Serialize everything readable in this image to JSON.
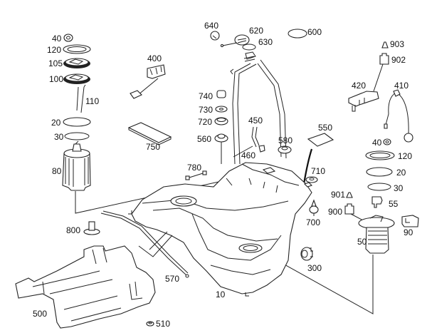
{
  "diagram": {
    "type": "exploded-parts-diagram",
    "subject": "fuel tank assembly",
    "callouts": [
      {
        "id": "c40a",
        "label": "40",
        "part": "nut"
      },
      {
        "id": "c120a",
        "label": "120",
        "part": "locking ring"
      },
      {
        "id": "c105",
        "label": "105",
        "part": "cover"
      },
      {
        "id": "c100",
        "label": "100",
        "part": "cover"
      },
      {
        "id": "c110",
        "label": "110",
        "part": "line"
      },
      {
        "id": "c20a",
        "label": "20",
        "part": "ring"
      },
      {
        "id": "c30a",
        "label": "30",
        "part": "seal ring"
      },
      {
        "id": "c80",
        "label": "80",
        "part": "fuel pump module"
      },
      {
        "id": "c640",
        "label": "640",
        "part": "cap"
      },
      {
        "id": "c620",
        "label": "620",
        "part": "filler neck"
      },
      {
        "id": "c630",
        "label": "630",
        "part": "seal"
      },
      {
        "id": "c600",
        "label": "600",
        "part": "hose clamp"
      },
      {
        "id": "c400",
        "label": "400",
        "part": "fuel level sensor"
      },
      {
        "id": "c740",
        "label": "740",
        "part": "rubber mount"
      },
      {
        "id": "c730",
        "label": "730",
        "part": "washer"
      },
      {
        "id": "c720",
        "label": "720",
        "part": "washer"
      },
      {
        "id": "c560",
        "label": "560",
        "part": "mount"
      },
      {
        "id": "c750",
        "label": "750",
        "part": "pad"
      },
      {
        "id": "c450",
        "label": "450",
        "part": "hose"
      },
      {
        "id": "c460",
        "label": "460",
        "part": "clip"
      },
      {
        "id": "c580",
        "label": "580",
        "part": "grommet"
      },
      {
        "id": "c550",
        "label": "550",
        "part": "pad"
      },
      {
        "id": "c780",
        "label": "780",
        "part": "strap"
      },
      {
        "id": "c710",
        "label": "710",
        "part": "grommet"
      },
      {
        "id": "c903",
        "label": "903",
        "part": "pin"
      },
      {
        "id": "c902",
        "label": "902",
        "part": "connector"
      },
      {
        "id": "c420",
        "label": "420",
        "part": "fuel pressure sensor"
      },
      {
        "id": "c410",
        "label": "410",
        "part": "fuel level sensor"
      },
      {
        "id": "c40b",
        "label": "40",
        "part": "nut"
      },
      {
        "id": "c120b",
        "label": "120",
        "part": "locking ring"
      },
      {
        "id": "c20b",
        "label": "20",
        "part": "ring"
      },
      {
        "id": "c30b",
        "label": "30",
        "part": "seal ring"
      },
      {
        "id": "c55",
        "label": "55",
        "part": "valve"
      },
      {
        "id": "c901",
        "label": "901",
        "part": "pin"
      },
      {
        "id": "c900",
        "label": "900",
        "part": "connector"
      },
      {
        "id": "c90",
        "label": "90",
        "part": "bracket"
      },
      {
        "id": "c50",
        "label": "50",
        "part": "fuel pump module"
      },
      {
        "id": "c700",
        "label": "700",
        "part": "valve"
      },
      {
        "id": "c800",
        "label": "800",
        "part": "bolt"
      },
      {
        "id": "c570",
        "label": "570",
        "part": "strap"
      },
      {
        "id": "c300",
        "label": "300",
        "part": "plug"
      },
      {
        "id": "c10",
        "label": "10",
        "part": "fuel tank"
      },
      {
        "id": "c500",
        "label": "500",
        "part": "heat shield"
      },
      {
        "id": "c510",
        "label": "510",
        "part": "clip"
      }
    ]
  }
}
